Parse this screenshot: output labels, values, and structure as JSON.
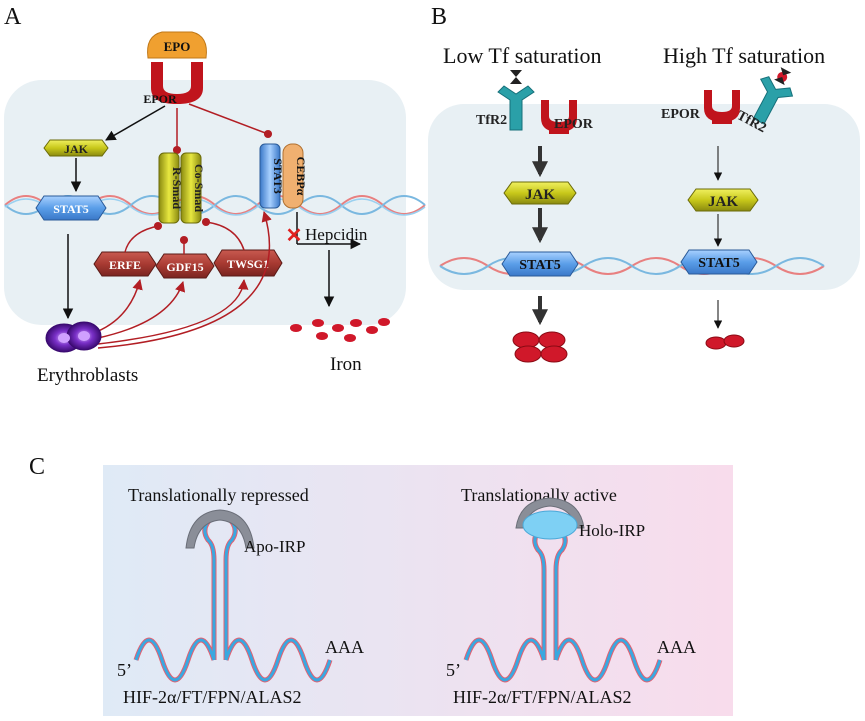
{
  "panel_a": {
    "letter": "A",
    "epo": "EPO",
    "epor": "EPOR",
    "jak": "JAK",
    "stat5": "STAT5",
    "r_smad": "R-Smad",
    "co_smad": "Co-Smad",
    "stat3": "STAT3",
    "cebpa": "CEBPα",
    "hepcidin": "Hepcidin",
    "erfe": "ERFE",
    "gdf15": "GDF15",
    "twsg1": "TWSG1",
    "erythroblasts": "Erythroblasts",
    "iron": "Iron"
  },
  "panel_b": {
    "letter": "B",
    "low_title": "Low Tf saturation",
    "high_title": "High Tf saturation",
    "tfr2_left": "TfR2",
    "epor_left": "EPOR",
    "epor_right": "EPOR",
    "tfr2_right": "TfR2",
    "jak_left": "JAK",
    "jak_right": "JAK",
    "stat5_left": "STAT5",
    "stat5_right": "STAT5"
  },
  "panel_c": {
    "letter": "C",
    "left_title": "Translationally repressed",
    "right_title": "Translationally active",
    "apo_irp": "Apo-IRP",
    "holo_irp": "Holo-IRP",
    "aaa_left": "AAA",
    "aaa_right": "AAA",
    "five_prime_left": "5’",
    "five_prime_right": "5’",
    "gene_left": "HIF-2α/FT/FPN/ALAS2",
    "gene_right": "HIF-2α/FT/FPN/ALAS2"
  },
  "colors": {
    "cell_bg": "#e8f0f4",
    "epo_orange": "#f0a030",
    "epor_red": "#c0141c",
    "jak_yellow": "#c8c81a",
    "stat5_blue": "#5a9ee8",
    "factor_brown": "#a83a32",
    "arrow_red": "#b21e24",
    "rbc_red": "#d0182a",
    "tfr2_teal": "#2aa0a8",
    "irp_grey": "#8a8e98",
    "holo_blue": "#7ed0f4"
  }
}
